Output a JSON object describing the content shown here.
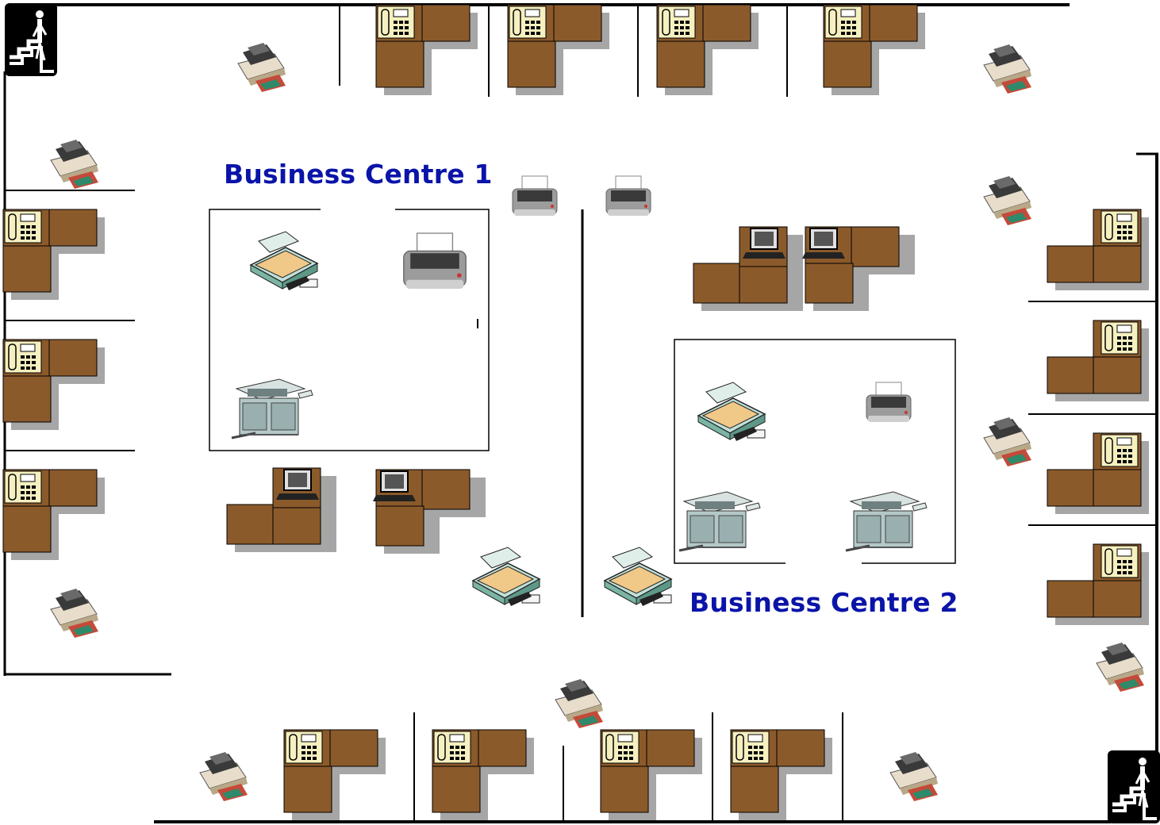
{
  "floor_plan": {
    "zones": [
      {
        "id": "bc1",
        "label": "Business Centre 1"
      },
      {
        "id": "bc2",
        "label": "Business Centre 2"
      }
    ],
    "exits": [
      {
        "id": "exit-top-left",
        "icon": "stairs-exit-icon"
      },
      {
        "id": "exit-bottom-right",
        "icon": "stairs-exit-icon"
      }
    ],
    "equipment_icons": {
      "phone_desk": "desk-phone-icon",
      "computer_desk": "computer-icon",
      "inkjet_printer": "inkjet-printer-icon",
      "laser_printer": "laser-printer-icon",
      "scanner": "scanner-icon",
      "copier": "copier-icon"
    },
    "colors": {
      "desk": "#8b5a2b",
      "desk_shadow": "#a6a6a6",
      "wall": "#000000",
      "label": "#0a14a8",
      "phone_body": "#f6f0c0"
    }
  }
}
